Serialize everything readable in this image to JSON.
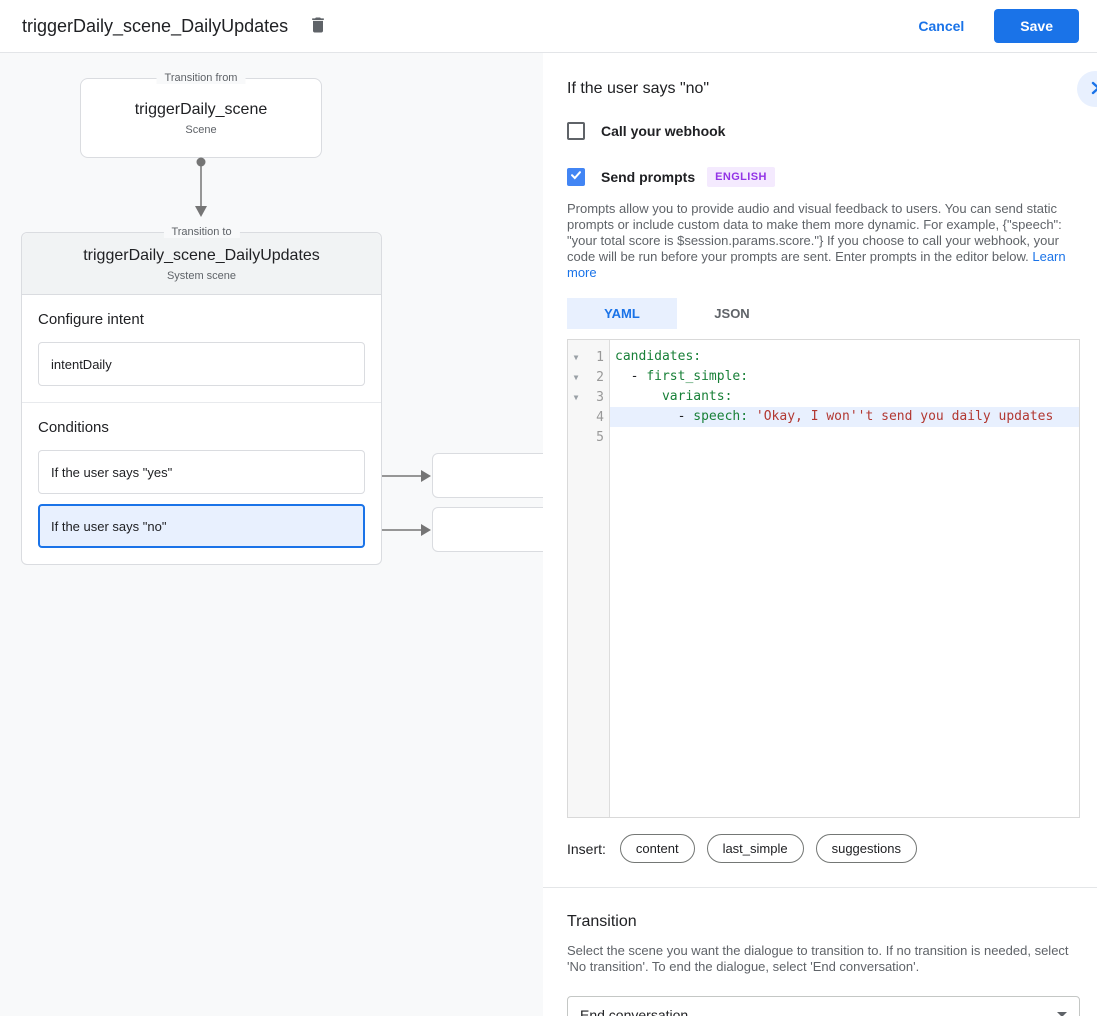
{
  "header": {
    "title": "triggerDaily_scene_DailyUpdates",
    "cancel_label": "Cancel",
    "save_label": "Save"
  },
  "flow": {
    "from": {
      "legend": "Transition from",
      "title": "triggerDaily_scene",
      "subtitle": "Scene"
    },
    "to": {
      "legend": "Transition to",
      "title": "triggerDaily_scene_DailyUpdates",
      "subtitle": "System scene"
    },
    "configure_intent_label": "Configure intent",
    "intent_value": "intentDaily",
    "conditions_label": "Conditions",
    "conditions": [
      {
        "label": "If the user says \"yes\"",
        "selected": false
      },
      {
        "label": "If the user says \"no\"",
        "selected": true
      }
    ]
  },
  "panel": {
    "title": "If the user says \"no\"",
    "webhook": {
      "label": "Call your webhook",
      "checked": false
    },
    "prompts": {
      "label": "Send prompts",
      "checked": true,
      "badge": "ENGLISH"
    },
    "description": "Prompts allow you to provide audio and visual feedback to users. You can send static prompts or include custom data to make them more dynamic. For example, {\"speech\": \"your total score is $session.params.score.\"} If you choose to call your webhook, your code will be run before your prompts are sent. Enter prompts in the editor below. ",
    "learn_more_label": "Learn more",
    "tabs": [
      {
        "label": "YAML",
        "active": true
      },
      {
        "label": "JSON",
        "active": false
      }
    ],
    "editor": {
      "lines": [
        {
          "num": 1,
          "fold": true,
          "highlight": false,
          "tokens": [
            {
              "t": "key",
              "v": "candidates:"
            }
          ]
        },
        {
          "num": 2,
          "fold": true,
          "highlight": false,
          "tokens": [
            {
              "t": "plain",
              "v": "  - "
            },
            {
              "t": "key",
              "v": "first_simple:"
            }
          ]
        },
        {
          "num": 3,
          "fold": true,
          "highlight": false,
          "tokens": [
            {
              "t": "plain",
              "v": "      "
            },
            {
              "t": "key",
              "v": "variants:"
            }
          ]
        },
        {
          "num": 4,
          "fold": false,
          "highlight": true,
          "tokens": [
            {
              "t": "plain",
              "v": "        - "
            },
            {
              "t": "key",
              "v": "speech:"
            },
            {
              "t": "plain",
              "v": " "
            },
            {
              "t": "string",
              "v": "'Okay, I won''t send you daily updates"
            }
          ]
        },
        {
          "num": 5,
          "fold": false,
          "highlight": false,
          "tokens": []
        }
      ]
    },
    "insert": {
      "label": "Insert:",
      "chips": [
        "content",
        "last_simple",
        "suggestions"
      ]
    },
    "transition": {
      "title": "Transition",
      "description": "Select the scene you want the dialogue to transition to. If no transition is needed, select 'No transition'. To end the dialogue, select 'End conversation'.",
      "dropdown_value": "End conversation"
    }
  },
  "colors": {
    "accent_blue": "#1a73e8",
    "checkbox_blue": "#4285f4",
    "selected_bg": "#e8f0fe",
    "canvas_bg": "#f8f9fa",
    "badge_purple": "#9334e6",
    "code_key_green": "#188038",
    "code_string_red": "#b23832"
  }
}
